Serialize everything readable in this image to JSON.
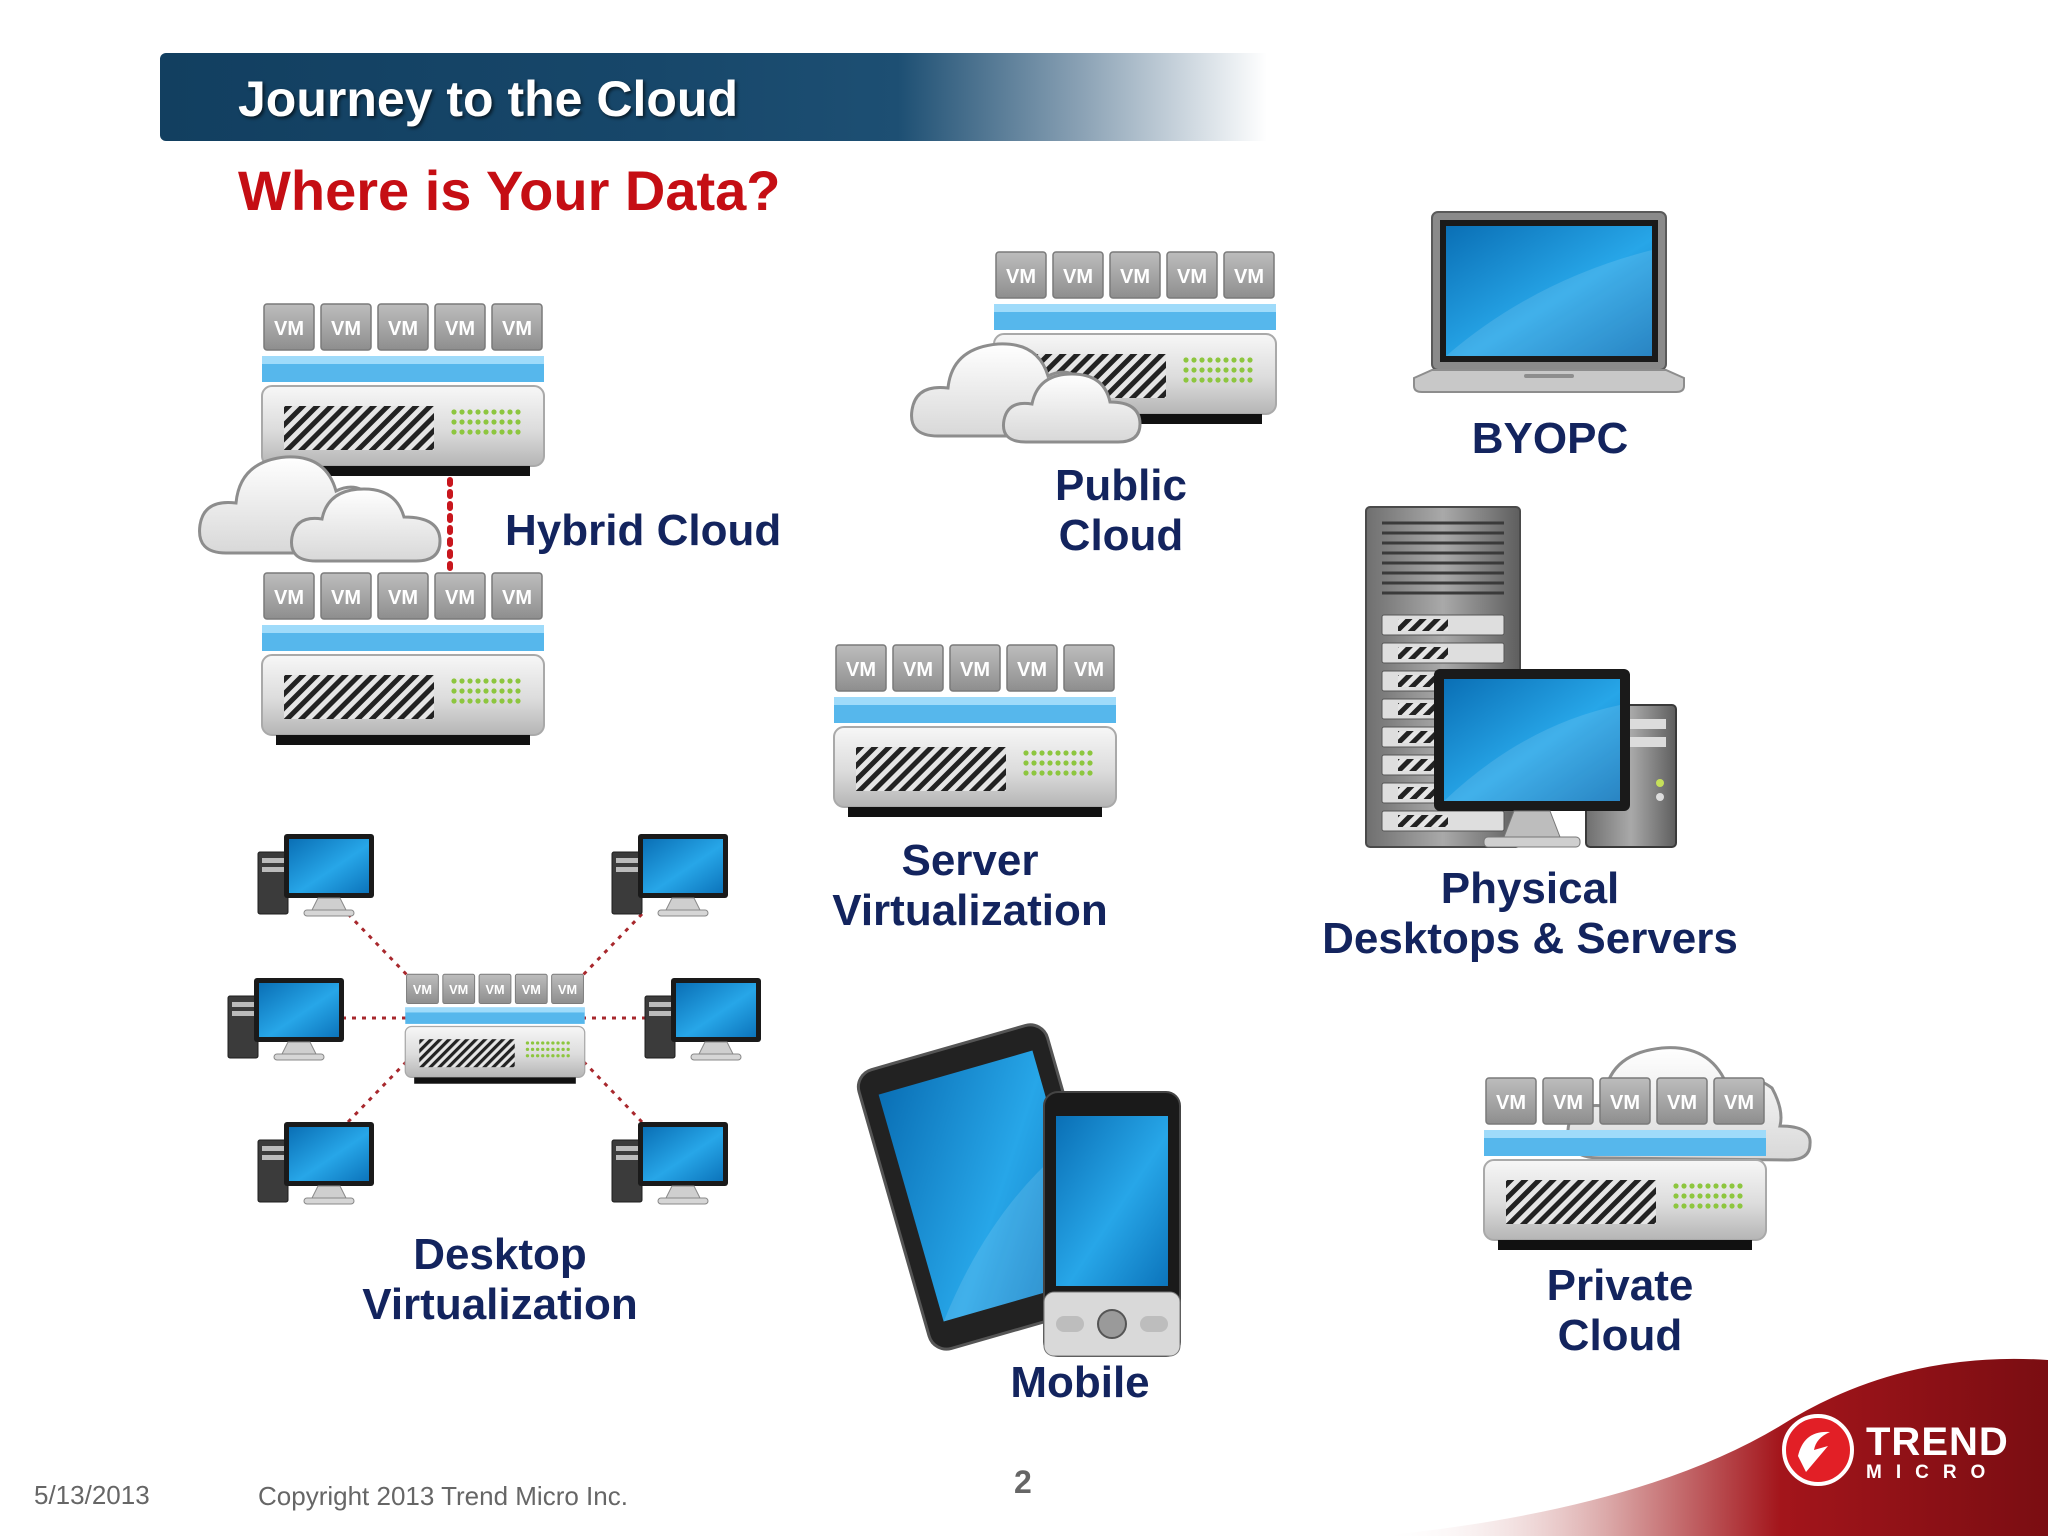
{
  "header": {
    "title": "Journey to the Cloud"
  },
  "subtitle": "Where is Your Data?",
  "vm_label": "VM",
  "labels": {
    "hybrid_cloud": "Hybrid Cloud",
    "public_cloud_1": "Public",
    "public_cloud_2": "Cloud",
    "byopc": "BYOPC",
    "server_virt_1": "Server",
    "server_virt_2": "Virtualization",
    "physical_1": "Physical",
    "physical_2": "Desktops & Servers",
    "desktop_virt_1": "Desktop",
    "desktop_virt_2": "Virtualization",
    "mobile": "Mobile",
    "private_cloud_1": "Private",
    "private_cloud_2": "Cloud"
  },
  "footer": {
    "date": "5/13/2013",
    "copyright": "Copyright 2013 Trend Micro Inc.",
    "page_number": "2",
    "logo_line1": "TREND",
    "logo_line2": "MICRO"
  },
  "colors": {
    "header_bg": "#17476a",
    "subtitle": "#c50e14",
    "label": "#13245e",
    "brand_red": "#c8161d"
  }
}
